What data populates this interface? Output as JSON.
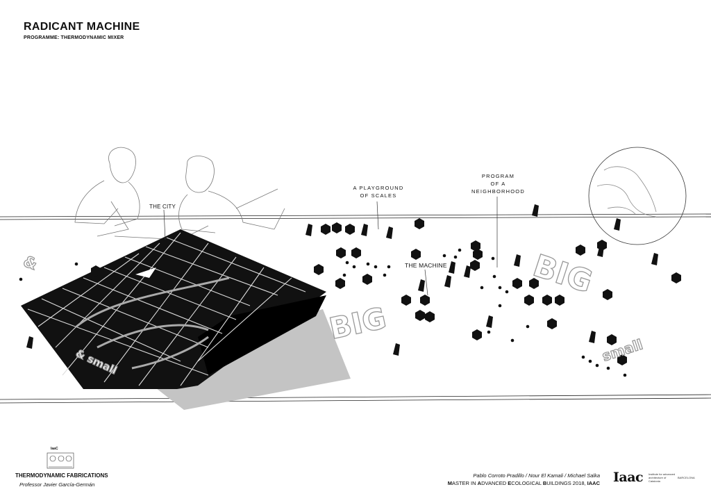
{
  "header": {
    "title": "RADICANT MACHINE",
    "subtitle": "PROGRAMME: THERMODYNAMIC MIXER"
  },
  "annotations": {
    "city": "THE CITY",
    "playground_line1": "A PLAYGROUND",
    "playground_line2": "OF SCALES",
    "program_line1": "PROGRAM",
    "program_line2": "OF A",
    "program_line3": "NEIGHBORHOOD",
    "machine": "THE MACHINE"
  },
  "scale_words": {
    "big": "BIG",
    "small": "small",
    "and_small": "& small",
    "ampersand": "&"
  },
  "footer": {
    "course": "THERMODYNAMIC FABRICATIONS",
    "professor": "Professor Javier García-Germán",
    "authors": "Pablo Corroto Pradillo / Nour El Kamali / Michael Salka",
    "program_m": "M",
    "program_aster": "ASTER IN ",
    "program_a": "A",
    "program_dvanced": "DVANCED ",
    "program_e": "E",
    "program_cological": "COLOGICAL ",
    "program_b": "B",
    "program_uildings": "UILDINGS 2018, ",
    "program_iaac": "IAAC",
    "crest_label": "IaaC",
    "logo_text": "Iaac",
    "logo_institute": "Institute for advanced architecture of Catalonia",
    "logo_city": "BARCELONA"
  },
  "colors": {
    "ink": "#111111",
    "ground": "#bdbdbd",
    "word_outline": "#999999"
  }
}
